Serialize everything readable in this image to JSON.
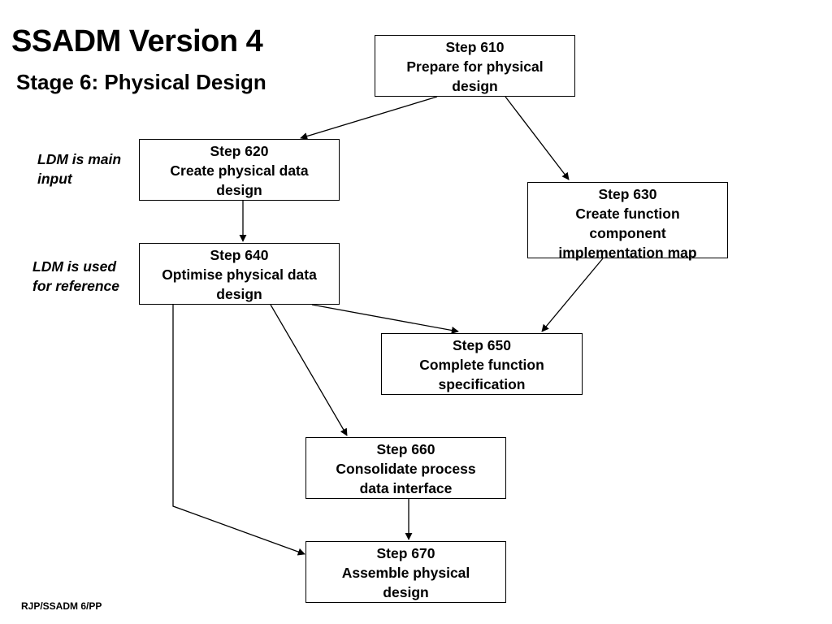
{
  "title": "SSADM Version 4",
  "subtitle": "Stage 6:  Physical Design",
  "steps": {
    "s610": {
      "line1": "Step 610",
      "line2": "Prepare for physical",
      "line3": "design"
    },
    "s620": {
      "line1": "Step 620",
      "line2": "Create physical data",
      "line3": "design"
    },
    "s630": {
      "line1": "Step 630",
      "line2": "Create function",
      "line3": "component",
      "line4": "implementation map"
    },
    "s640": {
      "line1": "Step 640",
      "line2": "Optimise physical data",
      "line3": "design"
    },
    "s650": {
      "line1": "Step 650",
      "line2": "Complete function",
      "line3": "specification"
    },
    "s660": {
      "line1": "Step 660",
      "line2": "Consolidate process",
      "line3": "data interface"
    },
    "s670": {
      "line1": "Step 670",
      "line2": "Assemble physical",
      "line3": "design"
    }
  },
  "notes": {
    "ldm_main": {
      "line1": "LDM  is main",
      "line2": "input"
    },
    "ldm_reference": {
      "line1": "LDM  is used",
      "line2": "for reference"
    }
  },
  "connections": [
    {
      "from": "Step 610",
      "to": "Step 620"
    },
    {
      "from": "Step 610",
      "to": "Step 630"
    },
    {
      "from": "Step 620",
      "to": "Step 640"
    },
    {
      "from": "Step 640",
      "to": "Step 650"
    },
    {
      "from": "Step 630",
      "to": "Step 650"
    },
    {
      "from": "Step 640",
      "to": "Step 660"
    },
    {
      "from": "Step 660",
      "to": "Step 670"
    },
    {
      "from": "Step 640",
      "to": "Step 670"
    }
  ],
  "footer": "RJP/SSADM 6/PP"
}
